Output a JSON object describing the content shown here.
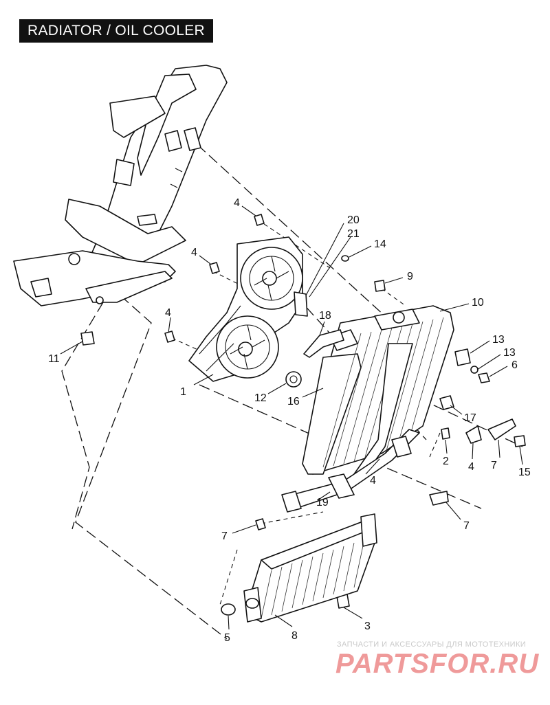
{
  "header": {
    "title": "RADIATOR / OIL COOLER"
  },
  "callouts": [
    {
      "id": "c4a",
      "text": "4"
    },
    {
      "id": "c4b",
      "text": "4"
    },
    {
      "id": "c4c",
      "text": "4"
    },
    {
      "id": "c20",
      "text": "20"
    },
    {
      "id": "c21",
      "text": "21"
    },
    {
      "id": "c14",
      "text": "14"
    },
    {
      "id": "c9",
      "text": "9"
    },
    {
      "id": "c10",
      "text": "10"
    },
    {
      "id": "c18",
      "text": "18"
    },
    {
      "id": "c13a",
      "text": "13"
    },
    {
      "id": "c13b",
      "text": "13"
    },
    {
      "id": "c6",
      "text": "6"
    },
    {
      "id": "c1",
      "text": "1"
    },
    {
      "id": "c12",
      "text": "12"
    },
    {
      "id": "c16",
      "text": "16"
    },
    {
      "id": "c17",
      "text": "17"
    },
    {
      "id": "c2",
      "text": "2"
    },
    {
      "id": "c4d",
      "text": "4"
    },
    {
      "id": "c7a",
      "text": "7"
    },
    {
      "id": "c15",
      "text": "15"
    },
    {
      "id": "c4e",
      "text": "4"
    },
    {
      "id": "c19",
      "text": "19"
    },
    {
      "id": "c7b",
      "text": "7"
    },
    {
      "id": "c7c",
      "text": "7"
    },
    {
      "id": "c3",
      "text": "3"
    },
    {
      "id": "c5",
      "text": "5"
    },
    {
      "id": "c8",
      "text": "8"
    },
    {
      "id": "c11",
      "text": "11"
    }
  ],
  "watermark": {
    "tagline": "ЗАПЧАСТИ И АКСЕССУАРЫ ДЛЯ МОТОТЕХНИКИ",
    "brand": "PARTSFOR.RU",
    "color": "#ef9a9a"
  }
}
